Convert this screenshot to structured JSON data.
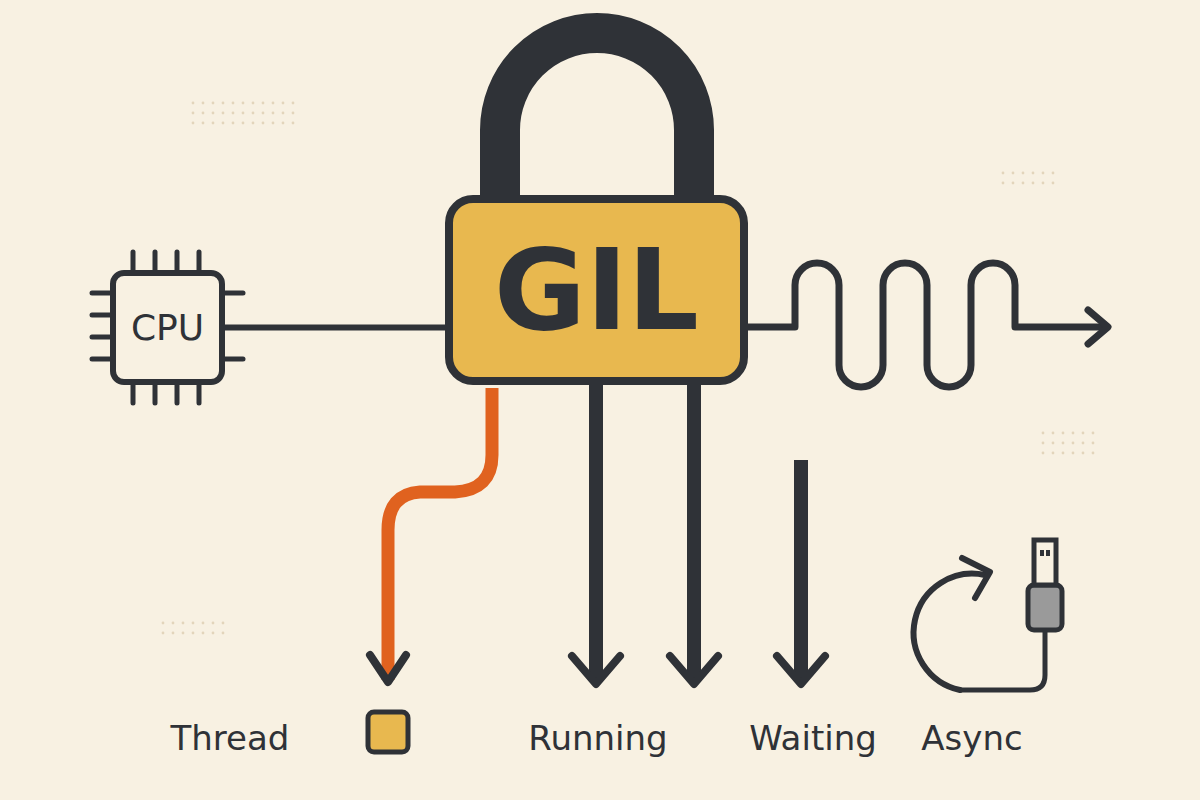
{
  "diagram": {
    "nodes": [
      {
        "text": [
          "CPU"
        ]
      },
      {
        "text": [
          "GIL"
        ]
      }
    ],
    "edges": [
      {
        "from": 0,
        "to": 1,
        "arrow": "none"
      }
    ],
    "labels": [
      "Thread",
      "Running",
      "Waiting",
      "Async"
    ]
  }
}
